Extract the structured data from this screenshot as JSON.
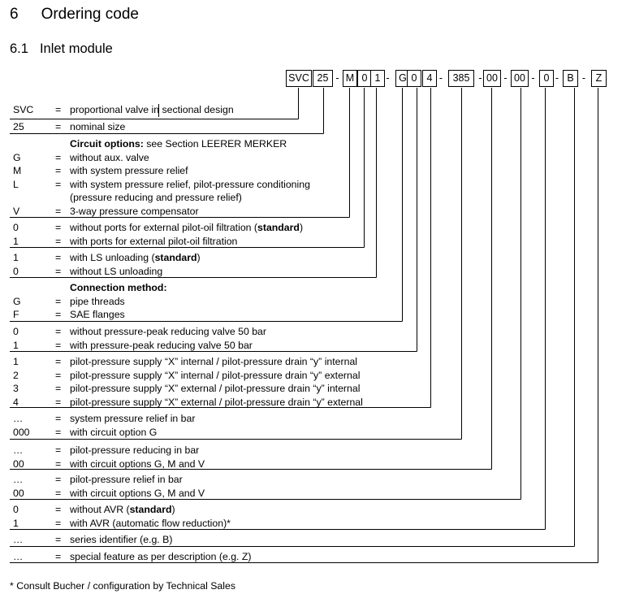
{
  "heading": {
    "number": "6",
    "title": "Ordering code"
  },
  "subheading": {
    "number": "6.1",
    "title": "Inlet module"
  },
  "code": [
    {
      "text": "SVC",
      "box": true
    },
    {
      "text": "25",
      "box": true
    },
    {
      "text": "-",
      "box": false
    },
    {
      "text": "M",
      "box": true
    },
    {
      "text": "0",
      "box": true
    },
    {
      "text": "1",
      "box": true
    },
    {
      "text": "-",
      "box": false
    },
    {
      "text": "G",
      "box": true
    },
    {
      "text": "0",
      "box": true
    },
    {
      "text": "4",
      "box": true
    },
    {
      "text": "-",
      "box": false
    },
    {
      "text": "385",
      "box": true
    },
    {
      "text": "-",
      "box": false
    },
    {
      "text": "00",
      "box": true
    },
    {
      "text": "-",
      "box": false
    },
    {
      "text": "00",
      "box": true
    },
    {
      "text": "-",
      "box": false
    },
    {
      "text": "0",
      "box": true
    },
    {
      "text": "-",
      "box": false
    },
    {
      "text": "B",
      "box": true
    },
    {
      "text": "-",
      "box": false
    },
    {
      "text": "Z",
      "box": true
    }
  ],
  "sections": [
    {
      "rows": [
        {
          "code": "SVC",
          "eq": "=",
          "text": "proportional valve in sectional design",
          "bold": ""
        }
      ]
    },
    {
      "rows": [
        {
          "code": "25",
          "eq": "=",
          "text": "nominal size",
          "bold": ""
        }
      ]
    },
    {
      "rows": [
        {
          "code": "",
          "eq": "",
          "text": "",
          "bold": "Circuit options:",
          "after": " see Section LEERER MERKER"
        },
        {
          "code": "G",
          "eq": "=",
          "text": "without aux. valve",
          "bold": ""
        },
        {
          "code": "M",
          "eq": "=",
          "text": "with system pressure relief",
          "bold": ""
        },
        {
          "code": "L",
          "eq": "=",
          "text": "with system pressure relief, pilot-pressure conditioning",
          "bold": ""
        },
        {
          "code": "",
          "eq": "",
          "text": "(pressure reducing and pressure relief)",
          "bold": ""
        },
        {
          "code": "V",
          "eq": "=",
          "text": "3-way pressure compensator",
          "bold": ""
        }
      ]
    },
    {
      "rows": [
        {
          "code": "0",
          "eq": "=",
          "text": "without ports for external pilot-oil filtration (",
          "bold": "standard",
          "after": ")"
        },
        {
          "code": "1",
          "eq": "=",
          "text": "with ports for external pilot-oil filtration",
          "bold": ""
        }
      ]
    },
    {
      "rows": [
        {
          "code": "1",
          "eq": "=",
          "text": "with LS unloading (",
          "bold": "standard",
          "after": ")"
        },
        {
          "code": "0",
          "eq": "=",
          "text": "without LS unloading",
          "bold": ""
        }
      ]
    },
    {
      "rows": [
        {
          "code": "",
          "eq": "",
          "text": "",
          "bold": "Connection method:",
          "after": ""
        },
        {
          "code": "G",
          "eq": "=",
          "text": "pipe threads",
          "bold": ""
        },
        {
          "code": "F",
          "eq": "=",
          "text": "SAE flanges",
          "bold": ""
        }
      ]
    },
    {
      "rows": [
        {
          "code": "0",
          "eq": "=",
          "text": "without pressure-peak reducing valve 50 bar",
          "bold": ""
        },
        {
          "code": "1",
          "eq": "=",
          "text": "with pressure-peak reducing valve 50 bar",
          "bold": ""
        }
      ]
    },
    {
      "rows": [
        {
          "code": "1",
          "eq": "=",
          "text": "pilot-pressure supply “X” internal / pilot-pressure drain “y” internal",
          "bold": ""
        },
        {
          "code": "2",
          "eq": "=",
          "text": "pilot-pressure supply “X” internal / pilot-pressure drain “y” external",
          "bold": ""
        },
        {
          "code": "3",
          "eq": "=",
          "text": "pilot-pressure supply “X” external / pilot-pressure drain “y” internal",
          "bold": ""
        },
        {
          "code": "4",
          "eq": "=",
          "text": "pilot-pressure supply “X” external / pilot-pressure drain “y” external",
          "bold": ""
        }
      ]
    },
    {
      "rows": [
        {
          "code": "…",
          "eq": "=",
          "text": "system pressure relief in bar",
          "bold": ""
        },
        {
          "code": "000",
          "eq": "=",
          "text": "with circuit option G",
          "bold": ""
        }
      ]
    },
    {
      "rows": [
        {
          "code": "…",
          "eq": "=",
          "text": "pilot-pressure reducing in bar",
          "bold": ""
        },
        {
          "code": "00",
          "eq": "=",
          "text": "with circuit options G, M and V",
          "bold": ""
        }
      ]
    },
    {
      "rows": [
        {
          "code": "…",
          "eq": "=",
          "text": "pilot-pressure relief in bar",
          "bold": ""
        },
        {
          "code": "00",
          "eq": "=",
          "text": "with circuit options G, M and V",
          "bold": ""
        }
      ]
    },
    {
      "rows": [
        {
          "code": "0",
          "eq": "=",
          "text": "without AVR (",
          "bold": "standard",
          "after": ")"
        },
        {
          "code": "1",
          "eq": "=",
          "text": "with AVR (automatic flow reduction)*",
          "bold": ""
        }
      ]
    },
    {
      "rows": [
        {
          "code": "…",
          "eq": "=",
          "text": "series identifier (e.g. B)",
          "bold": ""
        }
      ]
    },
    {
      "rows": [
        {
          "code": "…",
          "eq": "=",
          "text": "special feature as per description (e.g. Z)",
          "bold": ""
        }
      ]
    }
  ],
  "footnote": "* Consult Bucher / configuration by Technical Sales"
}
